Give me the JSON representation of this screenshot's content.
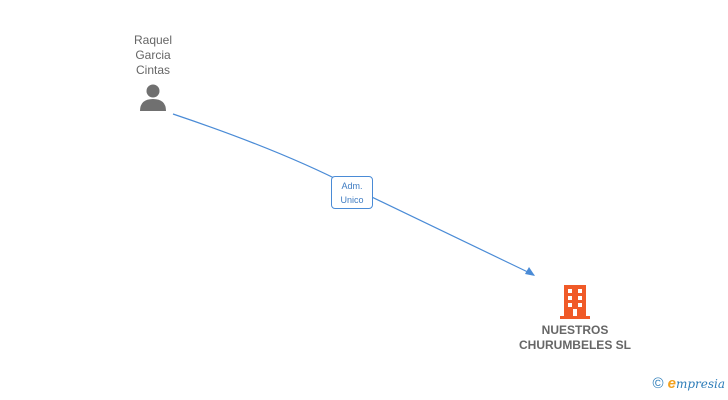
{
  "person": {
    "name_line1": "Raquel",
    "name_line2": "Garcia",
    "name_line3": "Cintas",
    "icon": "person-icon"
  },
  "relation": {
    "label_line1": "Adm.",
    "label_line2": "Unico"
  },
  "company": {
    "name_line1": "NUESTROS",
    "name_line2": "CHURUMBELES SL",
    "icon": "building-icon"
  },
  "watermark": {
    "copyright_symbol": "©",
    "brand_initial": "e",
    "brand_rest": "mpresia"
  },
  "colors": {
    "edge": "#4a8bd6",
    "person_icon": "#707070",
    "company_icon": "#f05a28",
    "text": "#666666"
  }
}
